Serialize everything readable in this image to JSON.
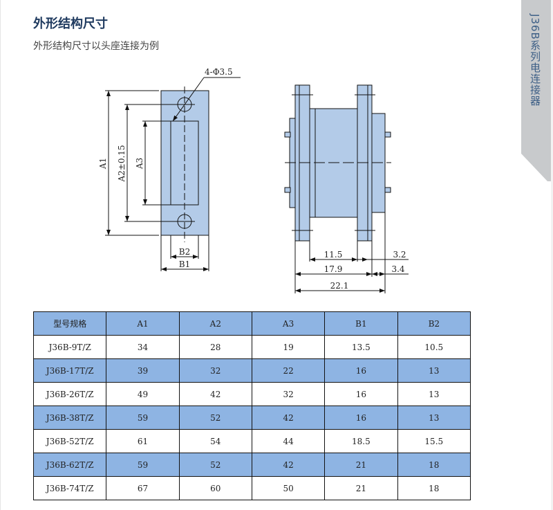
{
  "header": {
    "title": "外形结构尺寸",
    "subtitle": "外形结构尺寸以头座连接为例"
  },
  "side_tab": {
    "label": "J36B系列电连接器"
  },
  "drawing": {
    "hole_note": "4-Φ3.5",
    "front": {
      "a1": "A1",
      "a2": "A2±0.15",
      "a3": "A3",
      "b1": "B1",
      "b2": "B2"
    },
    "side": {
      "d1": "11.5",
      "d2": "3.2",
      "d3": "17.9",
      "d4": "3.4",
      "d5": "22.1"
    }
  },
  "colors": {
    "fill": "#b3cbe8",
    "table_blue": "#8eb4e3",
    "title": "#1f3a5f"
  },
  "table": {
    "headers": [
      "型号规格",
      "A1",
      "A2",
      "A3",
      "B1",
      "B2"
    ],
    "rows": [
      [
        "J36B-9T/Z",
        "34",
        "28",
        "19",
        "13.5",
        "10.5"
      ],
      [
        "J36B-17T/Z",
        "39",
        "32",
        "22",
        "16",
        "13"
      ],
      [
        "J36B-26T/Z",
        "49",
        "42",
        "32",
        "16",
        "13"
      ],
      [
        "J36B-38T/Z",
        "59",
        "52",
        "42",
        "16",
        "13"
      ],
      [
        "J36B-52T/Z",
        "61",
        "54",
        "44",
        "18.5",
        "15.5"
      ],
      [
        "J36B-62T/Z",
        "59",
        "52",
        "42",
        "21",
        "18"
      ],
      [
        "J36B-74T/Z",
        "67",
        "60",
        "50",
        "21",
        "18"
      ]
    ]
  }
}
